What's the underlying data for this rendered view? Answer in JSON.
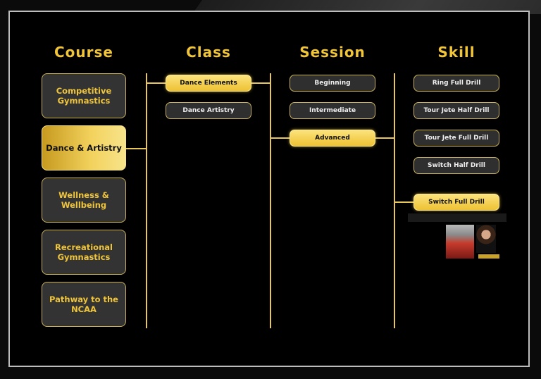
{
  "headers": {
    "course": "Course",
    "class": "Class",
    "session": "Session",
    "skill": "Skill"
  },
  "courses": [
    {
      "label": "Competitive Gymnastics",
      "active": false
    },
    {
      "label": "Dance & Artistry",
      "active": true
    },
    {
      "label": "Wellness & Wellbeing",
      "active": false
    },
    {
      "label": "Recreational Gymnastics",
      "active": false
    },
    {
      "label": "Pathway to the NCAA",
      "active": false
    }
  ],
  "classes": [
    {
      "label": "Dance Elements",
      "active": true
    },
    {
      "label": "Dance Artistry",
      "active": false
    }
  ],
  "sessions": [
    {
      "label": "Beginning",
      "active": false
    },
    {
      "label": "Intermediate",
      "active": false
    },
    {
      "label": "Advanced",
      "active": true
    }
  ],
  "skills": [
    {
      "label": "Ring Full Drill",
      "active": false
    },
    {
      "label": "Tour Jete Half Drill",
      "active": false
    },
    {
      "label": "Tour Jete Full Drill",
      "active": false
    },
    {
      "label": "Switch Half Drill",
      "active": false
    },
    {
      "label": "Switch Full Drill",
      "active": true
    }
  ],
  "colors": {
    "accent": "#f0c53a",
    "line": "#e8c85a",
    "background": "#000000"
  }
}
